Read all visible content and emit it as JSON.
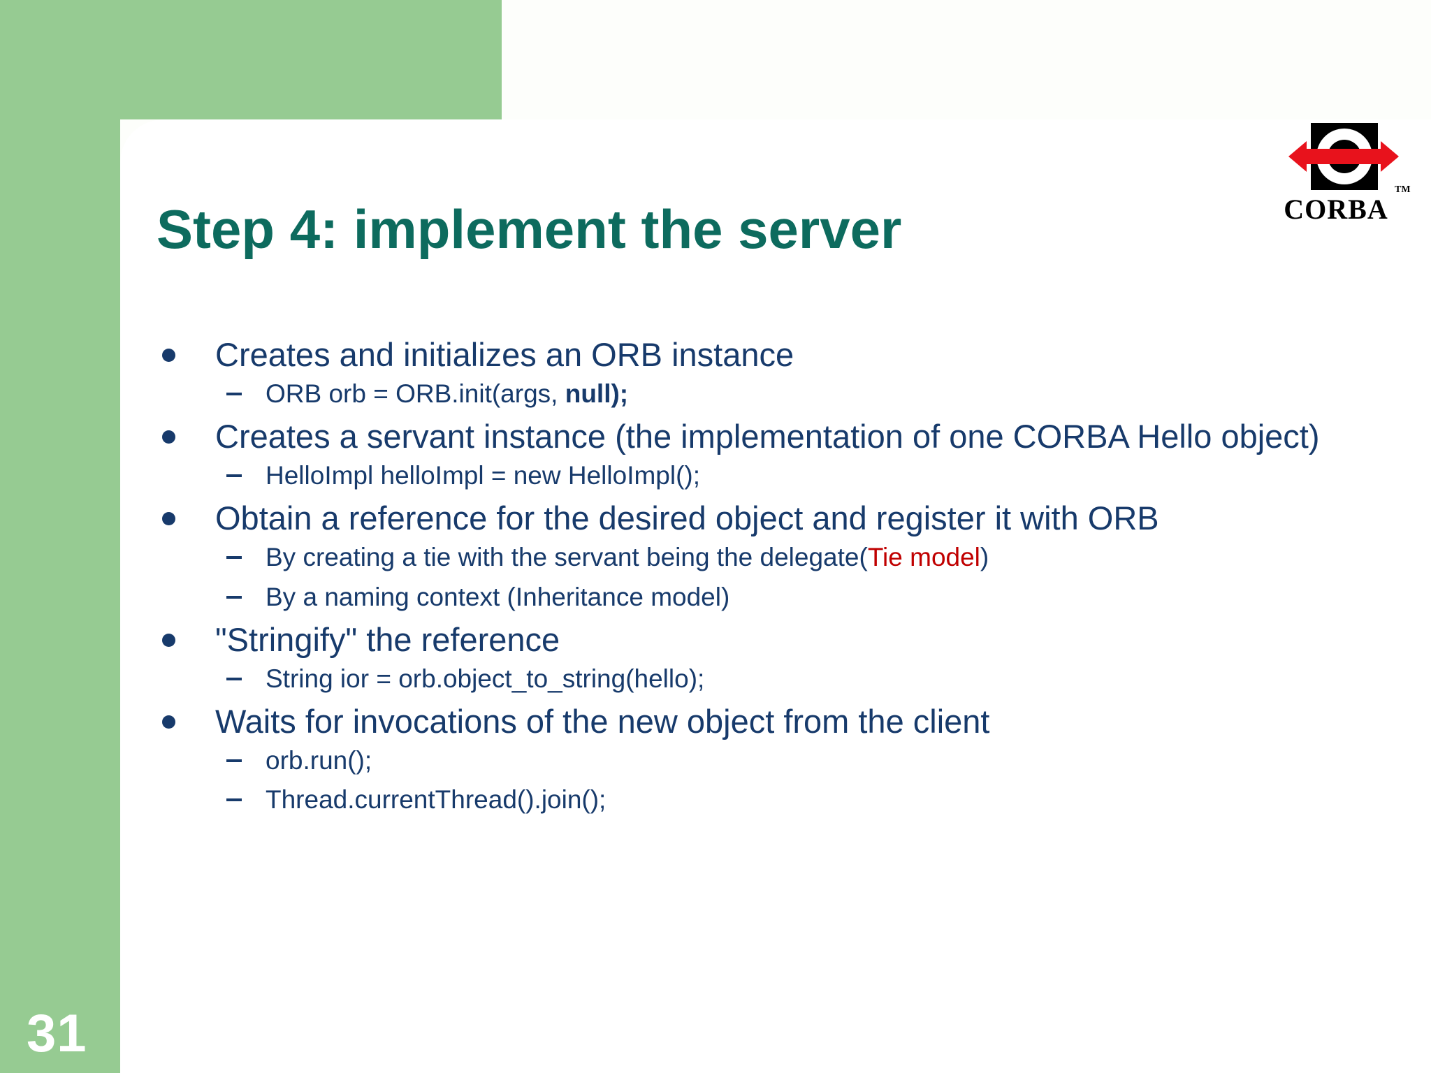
{
  "slide": {
    "page_number": "31",
    "title": "Step 4: implement the server",
    "colors": {
      "frame_green": "#96CB92",
      "title_teal": "#0D6B5E",
      "body_navy": "#173A6B",
      "accent_red": "#C00000",
      "panel_white": "#FFFFFF"
    }
  },
  "logo": {
    "name": "CORBA",
    "wordmark": "CORBA",
    "trademark": "TM"
  },
  "bullets": [
    {
      "level1": "Creates and initializes an ORB instance",
      "subs": [
        {
          "prefix": "ORB orb = ORB.init(args, ",
          "bold": "null);",
          "suffix": ""
        }
      ]
    },
    {
      "level1": "Creates a servant instance (the implementation of one CORBA Hello object)",
      "subs": [
        {
          "prefix": "HelloImpl helloImpl = new HelloImpl();",
          "bold": "",
          "suffix": ""
        }
      ]
    },
    {
      "level1": "Obtain a reference for the desired object and register it with ORB",
      "subs": [
        {
          "prefix": "By creating a tie with the servant being the delegate(",
          "red": "Tie model",
          "suffix": ")"
        },
        {
          "prefix": "By a naming context (Inheritance model)",
          "suffix": ""
        }
      ]
    },
    {
      "level1": "\"Stringify\" the reference",
      "subs": [
        {
          "prefix": "String ior = orb.object_to_string(hello);",
          "suffix": ""
        }
      ]
    },
    {
      "level1": "Waits for invocations of the new object from the client",
      "subs": [
        {
          "prefix": "orb.run();",
          "suffix": ""
        },
        {
          "prefix": "Thread.currentThread().join();",
          "suffix": ""
        }
      ]
    }
  ]
}
